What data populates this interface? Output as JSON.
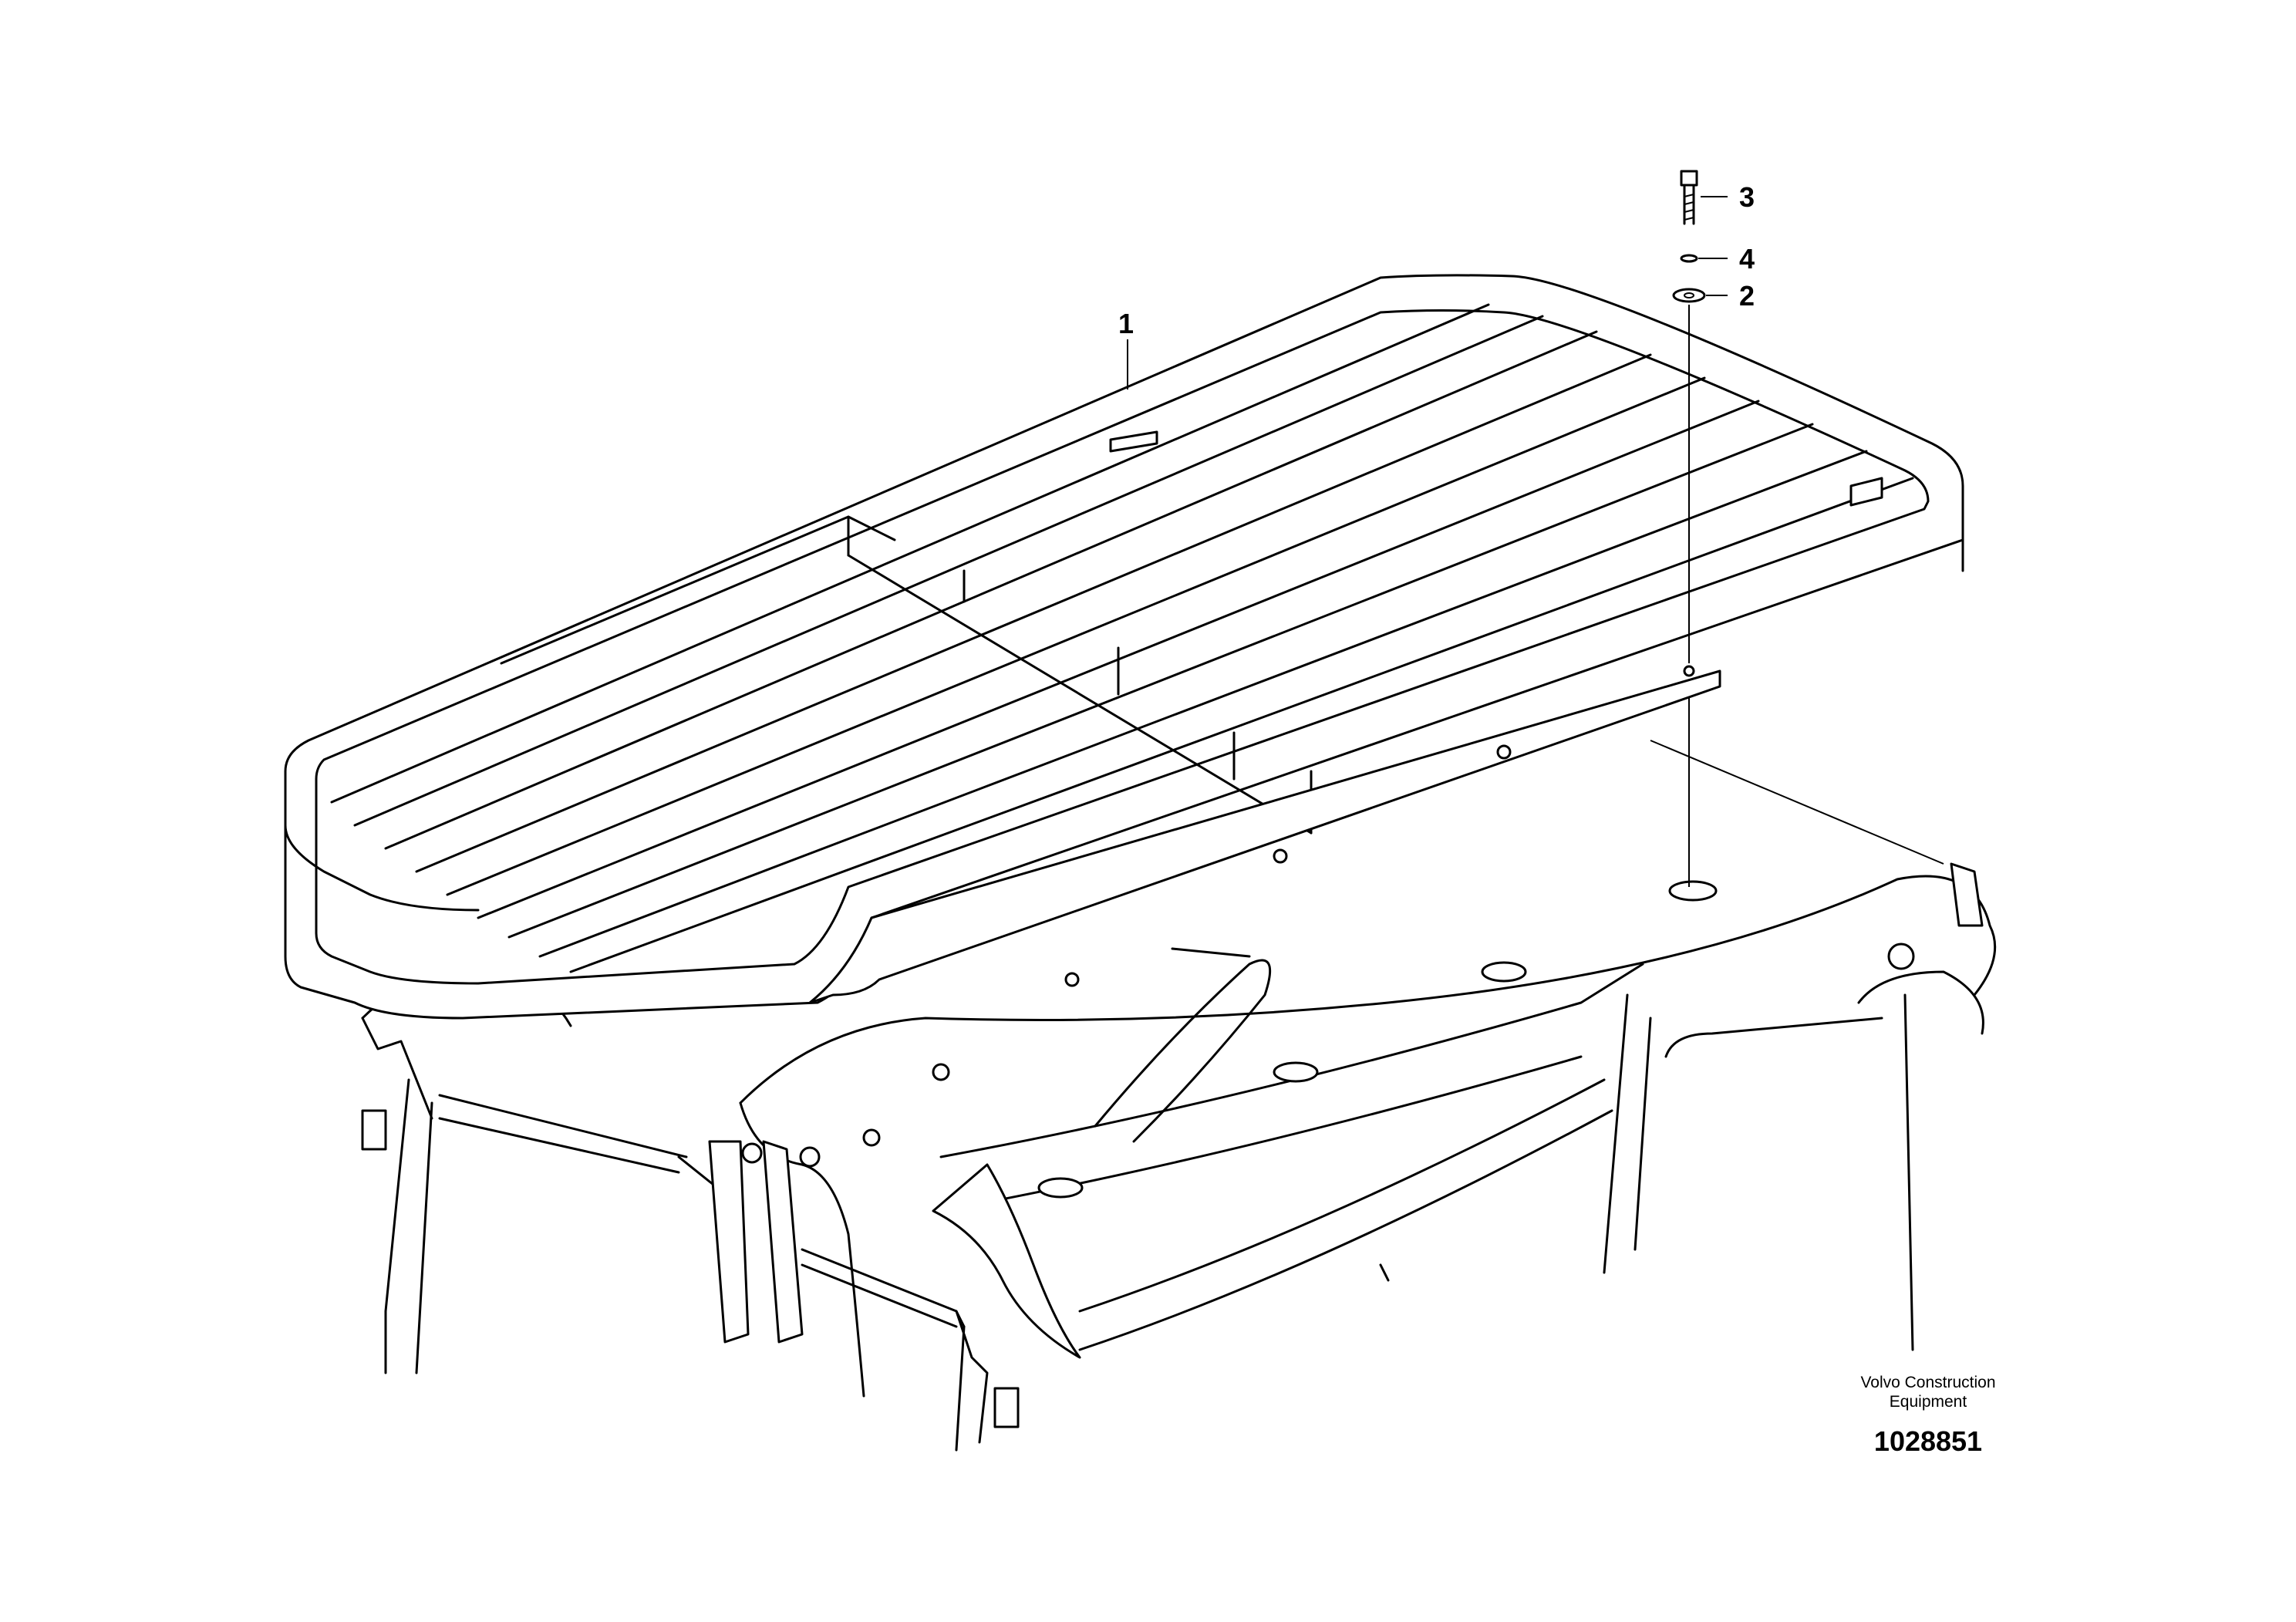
{
  "diagram": {
    "callouts": [
      {
        "id": "callout-1",
        "label": "1"
      },
      {
        "id": "callout-2",
        "label": "2"
      },
      {
        "id": "callout-3",
        "label": "3"
      },
      {
        "id": "callout-4",
        "label": "4"
      }
    ]
  },
  "footer": {
    "brand_line1": "Volvo Construction",
    "brand_line2": "Equipment",
    "drawing_number": "1028851"
  }
}
